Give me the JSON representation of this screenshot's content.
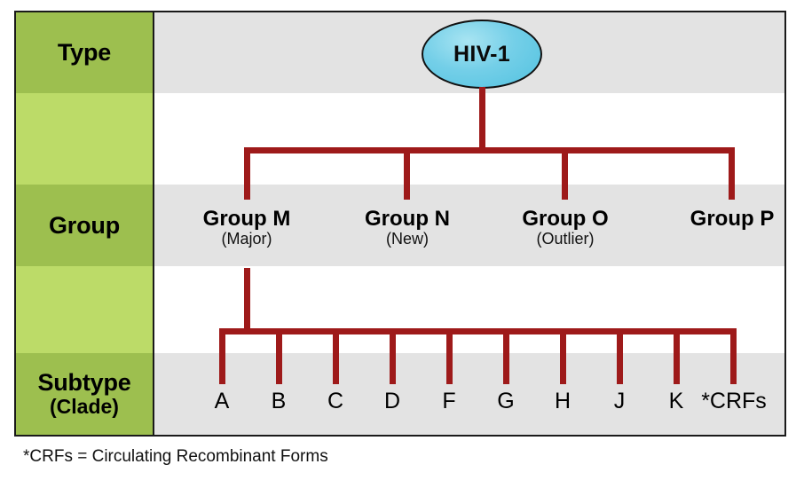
{
  "figure": {
    "title_column": {
      "rows": [
        {
          "label": "Type",
          "sublabel": "",
          "tone": "dark"
        },
        {
          "label": "",
          "sublabel": "",
          "tone": "light"
        },
        {
          "label": "Group",
          "sublabel": "",
          "tone": "dark"
        },
        {
          "label": "",
          "sublabel": "",
          "tone": "light"
        },
        {
          "label": "Subtype",
          "sublabel": "(Clade)",
          "tone": "dark"
        }
      ]
    },
    "root": {
      "label": "HIV-1",
      "shape": "ellipse",
      "fill_color": "#52c2e0",
      "border_color": "#111111"
    },
    "groups": [
      {
        "name": "Group M",
        "sublabel": "(Major)"
      },
      {
        "name": "Group N",
        "sublabel": "(New)"
      },
      {
        "name": "Group O",
        "sublabel": "(Outlier)"
      },
      {
        "name": "Group P",
        "sublabel": ""
      }
    ],
    "subtypes": [
      {
        "label": "A"
      },
      {
        "label": "B"
      },
      {
        "label": "C"
      },
      {
        "label": "D"
      },
      {
        "label": "F"
      },
      {
        "label": "G"
      },
      {
        "label": "H"
      },
      {
        "label": "J"
      },
      {
        "label": "K"
      },
      {
        "label": "*CRFs"
      }
    ],
    "footnote": "*CRFs = Circulating Recombinant Forms",
    "colors": {
      "connector": "#9e1a1a",
      "band_shaded": "#e3e3e3",
      "band_plain": "#ffffff",
      "label_dark": "#9dbf4f",
      "label_light": "#bcdb68",
      "frame": "#1a1a1a"
    }
  }
}
